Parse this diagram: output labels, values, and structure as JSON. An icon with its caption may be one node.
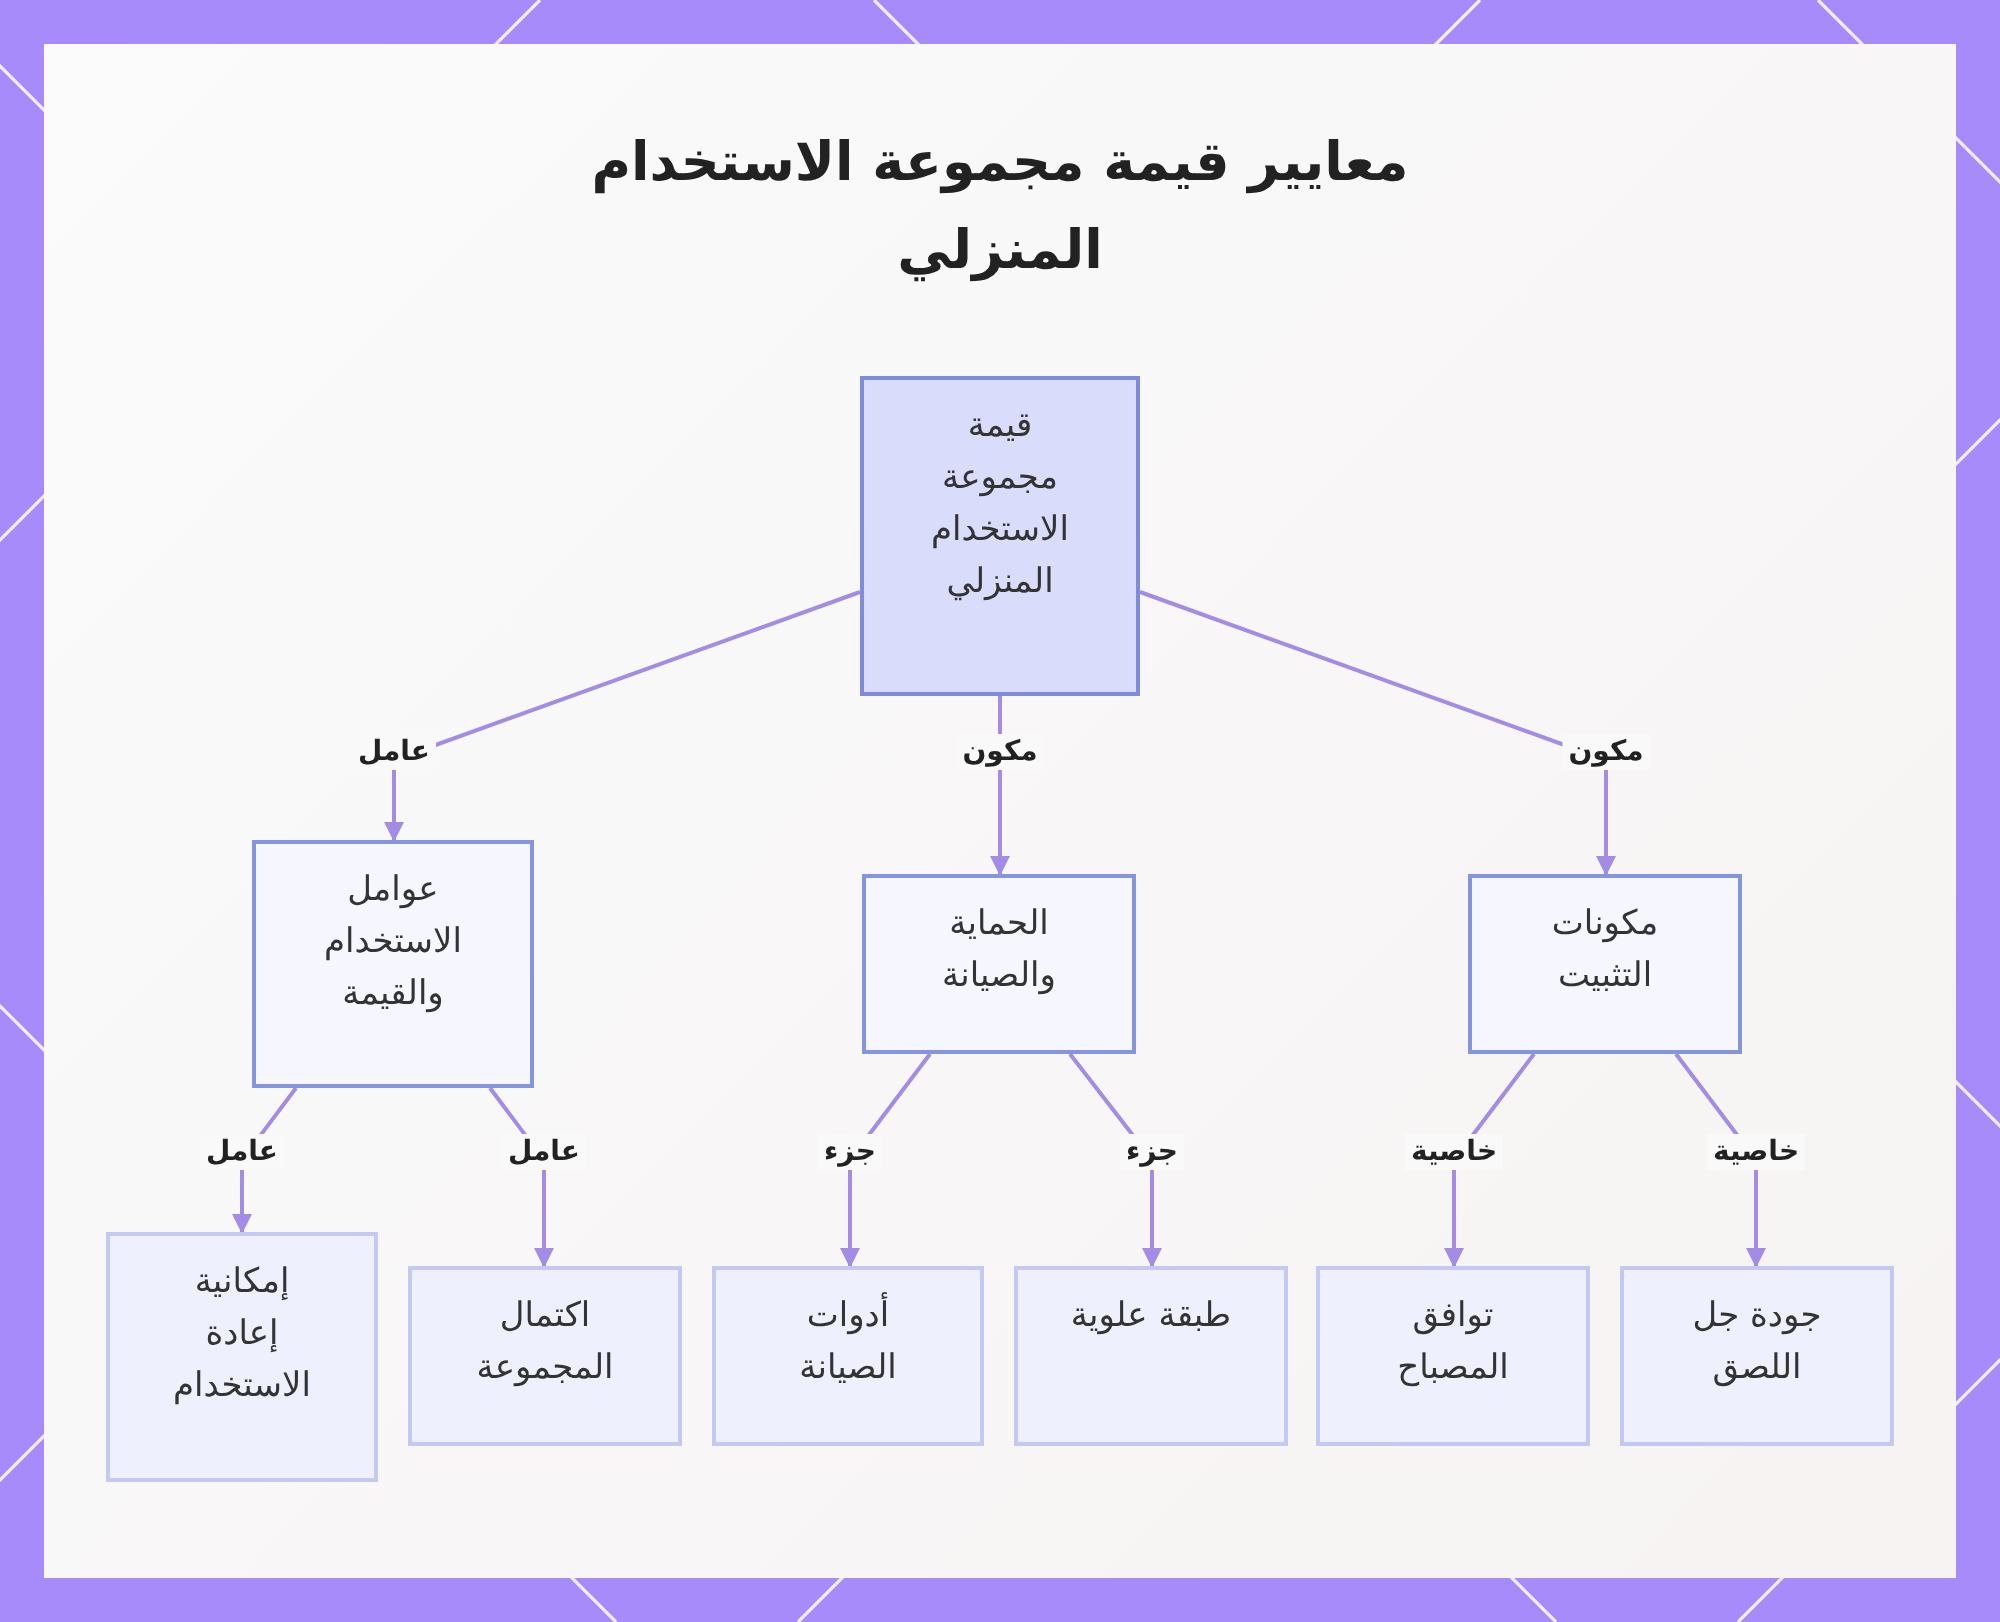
{
  "diagram": {
    "title": "معايير قيمة مجموعة الاستخدام المنزلي",
    "nodes": [
      {
        "text": [
          "قيمة مجموعة الاستخدام المنزلي"
        ]
      },
      {
        "text": [
          "عوامل الاستخدام والقيمة"
        ]
      },
      {
        "text": [
          "الحماية والصيانة"
        ]
      },
      {
        "text": [
          "مكونات التثبيت"
        ]
      },
      {
        "text": [
          "إمكانية إعادة الاستخدام"
        ]
      },
      {
        "text": [
          "اكتمال المجموعة"
        ]
      },
      {
        "text": [
          "أدوات الصيانة"
        ]
      },
      {
        "text": [
          "طبقة علوية"
        ]
      },
      {
        "text": [
          "توافق المصباح"
        ]
      },
      {
        "text": [
          "جودة جل اللصق"
        ]
      }
    ],
    "edges": [
      {
        "from": 0,
        "to": 1,
        "arrow": "to",
        "label": "عامل"
      },
      {
        "from": 0,
        "to": 2,
        "arrow": "to",
        "label": "مكون"
      },
      {
        "from": 0,
        "to": 3,
        "arrow": "to",
        "label": "مكون"
      },
      {
        "from": 1,
        "to": 4,
        "arrow": "to",
        "label": "عامل"
      },
      {
        "from": 1,
        "to": 5,
        "arrow": "to",
        "label": "عامل"
      },
      {
        "from": 2,
        "to": 6,
        "arrow": "to",
        "label": "جزء"
      },
      {
        "from": 2,
        "to": 7,
        "arrow": "to",
        "label": "جزء"
      },
      {
        "from": 3,
        "to": 8,
        "arrow": "to",
        "label": "خاصية"
      },
      {
        "from": 3,
        "to": 9,
        "arrow": "to",
        "label": "خاصية"
      }
    ]
  }
}
